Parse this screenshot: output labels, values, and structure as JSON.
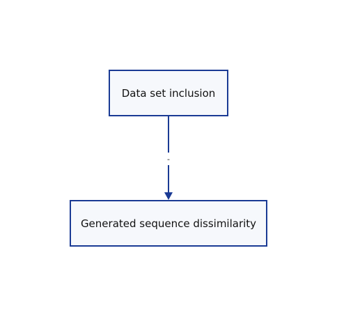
{
  "diagram": {
    "nodes": [
      {
        "id": "data-set-inclusion",
        "label": "Data set inclusion"
      },
      {
        "id": "generated-sequence-dissimilarity",
        "label": "Generated sequence dissimilarity"
      }
    ],
    "edges": [
      {
        "from": "data-set-inclusion",
        "to": "generated-sequence-dissimilarity",
        "label": "-"
      }
    ]
  },
  "colors": {
    "node_fill": "#f6f8fc",
    "node_border": "#1a3a94",
    "edge": "#1a3a94",
    "text": "#111111"
  }
}
